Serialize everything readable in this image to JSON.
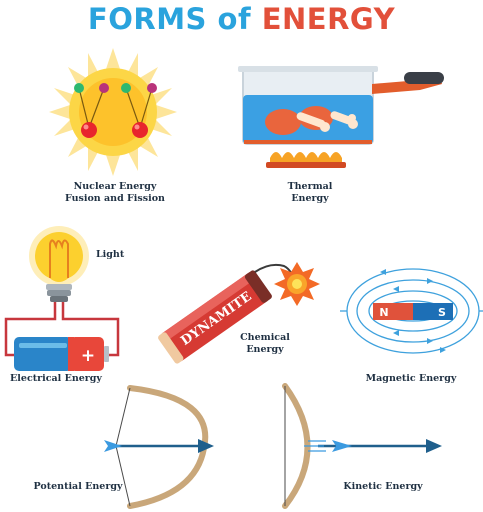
{
  "title": {
    "part1": "FORMS of ",
    "part2": "ENERGY"
  },
  "labels": {
    "nuclear_line1": "Nuclear Energy",
    "nuclear_line2": "Fusion and Fission",
    "thermal_line1": "Thermal",
    "thermal_line2": "Energy",
    "light": "Light",
    "electrical": "Electrical Energy",
    "chemical_line1": "Chemical",
    "chemical_line2": "Energy",
    "magnetic": "Magnetic Energy",
    "potential": "Potential Energy",
    "kinetic": "Kinetic Energy",
    "dynamite": "DYNAMITE",
    "magnet_n": "N",
    "magnet_s": "S",
    "battery_plus": "+"
  },
  "colors": {
    "title_blue": "#2aa3dd",
    "title_red": "#e2503a",
    "label_text": "#1f3042"
  },
  "icons": [
    "sun-icon",
    "atom-icon",
    "pot-icon",
    "flame-icon",
    "bulb-icon",
    "battery-icon",
    "dynamite-icon",
    "magnet-icon",
    "bow-icon",
    "arrow-icon"
  ]
}
